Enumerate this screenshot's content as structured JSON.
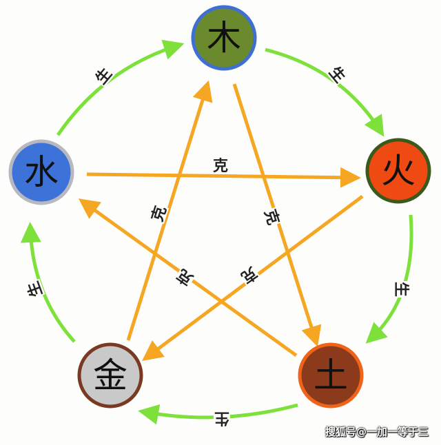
{
  "elements": [
    {
      "id": "wood",
      "glyph": "木",
      "fill": "#6b8a2e",
      "ring": "#3f6fd0"
    },
    {
      "id": "fire",
      "glyph": "火",
      "fill": "#ee4a12",
      "ring": "#3a5a1c"
    },
    {
      "id": "earth",
      "glyph": "土",
      "fill": "#8c3a1c",
      "ring": "#f0641a"
    },
    {
      "id": "metal",
      "glyph": "金",
      "fill": "#c9c9c9",
      "ring": "#7a3a22"
    },
    {
      "id": "water",
      "glyph": "水",
      "fill": "#3d72d8",
      "ring": "#b8b8c0"
    }
  ],
  "generating_label": "生",
  "overcoming_label": "克",
  "colors": {
    "generating": "#7ee03a",
    "overcoming": "#f5a623"
  },
  "watermark": "搜狐号@一加一等于三"
}
